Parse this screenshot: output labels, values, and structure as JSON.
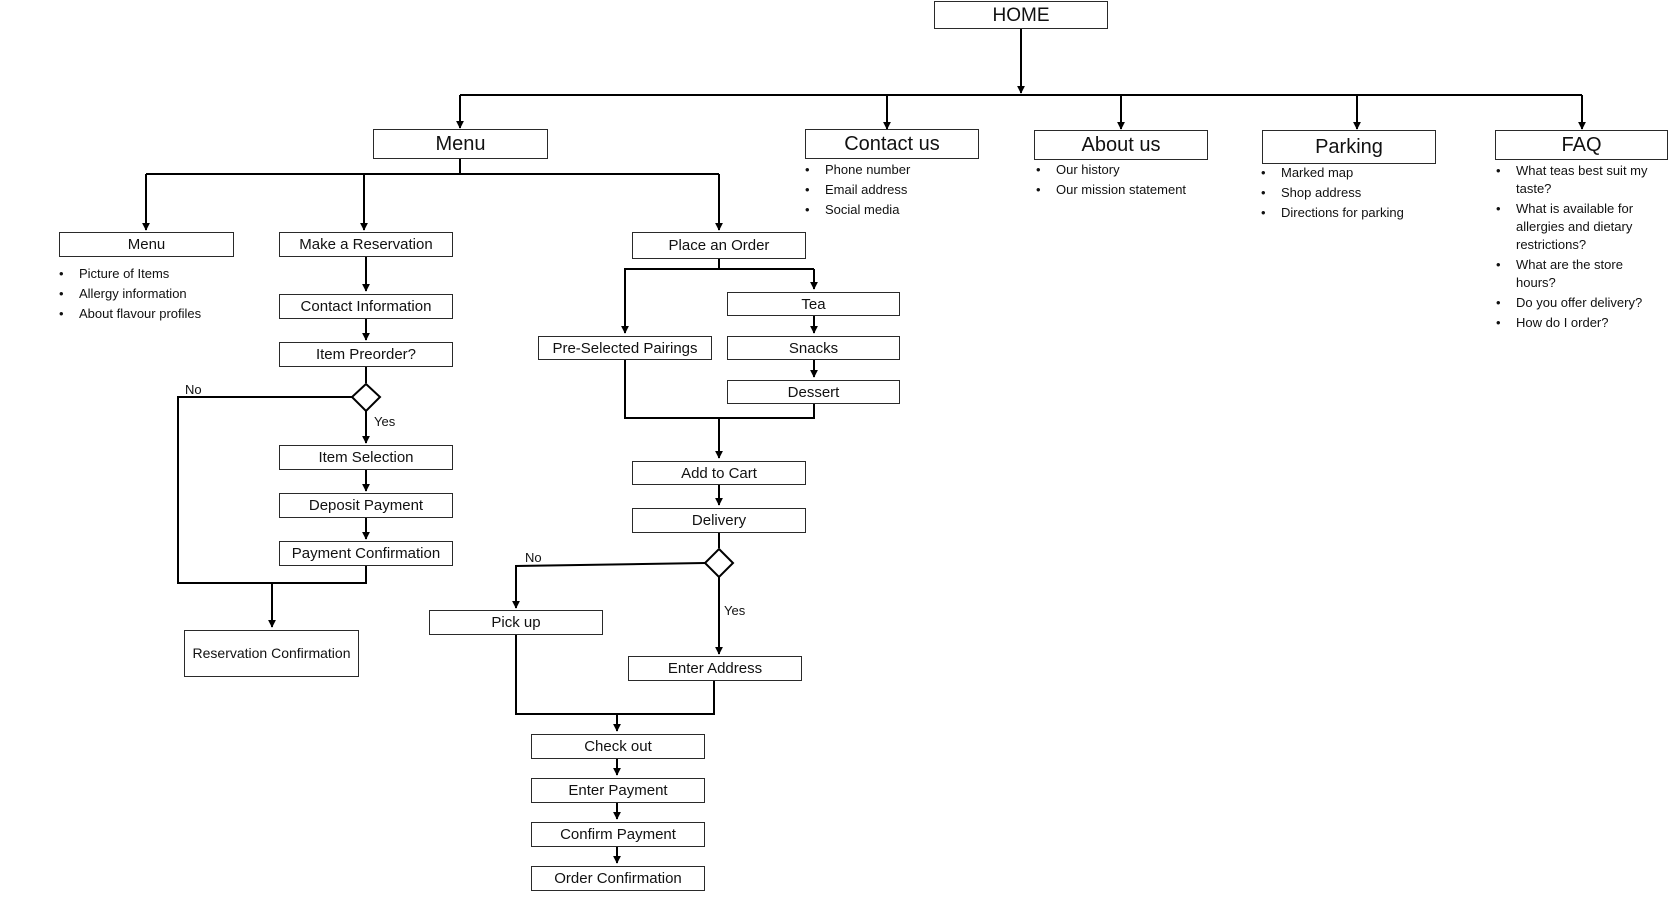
{
  "nodes": {
    "home": "HOME",
    "menu_main": "Menu",
    "contact": "Contact us",
    "about": "About us",
    "parking": "Parking",
    "faq": "FAQ",
    "menu_sub": "Menu",
    "make_reservation": "Make a Reservation",
    "contact_information": "Contact Information",
    "item_preorder": "Item Preorder?",
    "item_selection": "Item Selection",
    "deposit_payment": "Deposit Payment",
    "payment_confirmation": "Payment Confirmation",
    "reservation_confirmation": "Reservation Confirmation",
    "place_order": "Place an Order",
    "preselected_pairings": "Pre-Selected Pairings",
    "tea": "Tea",
    "snacks": "Snacks",
    "dessert": "Dessert",
    "add_to_cart": "Add to Cart",
    "delivery": "Delivery",
    "pick_up": "Pick up",
    "enter_address": "Enter Address",
    "check_out": "Check out",
    "enter_payment": "Enter Payment",
    "confirm_payment": "Confirm Payment",
    "order_confirmation": "Order Confirmation"
  },
  "lists": {
    "contact": [
      "Phone number",
      "Email address",
      "Social media"
    ],
    "about": [
      "Our history",
      "Our mission statement"
    ],
    "parking": [
      "Marked map",
      "Shop address",
      "Directions for parking"
    ],
    "faq": [
      "What teas best suit my taste?",
      "What is available for allergies and dietary restrictions?",
      "What are the store hours?",
      "Do you offer delivery?",
      "How do I order?"
    ],
    "menu": [
      "Picture of Items",
      "Allergy information",
      "About flavour profiles"
    ]
  },
  "labels": {
    "res_no": "No",
    "res_yes": "Yes",
    "del_no": "No",
    "del_yes": "Yes"
  }
}
